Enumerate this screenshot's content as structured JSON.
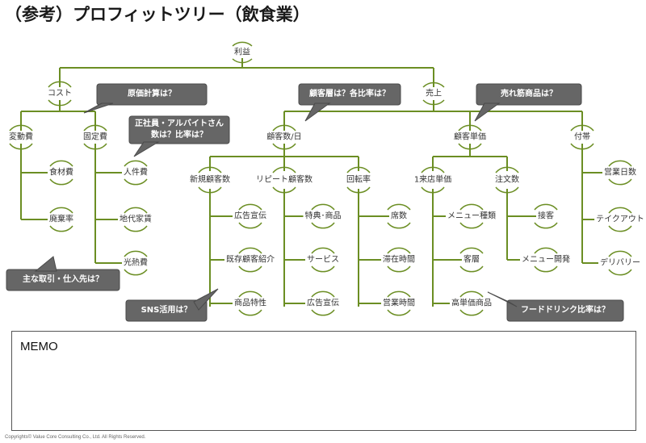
{
  "title": "（参考）プロフィットツリー（飲食業）",
  "nodes": {
    "profit": "利益",
    "cost": "コスト",
    "sales": "売上",
    "variable_cost": "変動費",
    "fixed_cost": "固定費",
    "food_cost": "食材費",
    "waste_rate": "廃棄率",
    "labor_cost": "人件費",
    "rent": "地代家賃",
    "utilities": "光熱費",
    "customers_per_day": "顧客数/日",
    "avg_spend": "顧客単価",
    "extras": "付帯",
    "new_customers": "新規顧客数",
    "repeat_customers": "リピート顧客数",
    "turnover": "回転率",
    "spend_per_visit": "1来店単価",
    "orders": "注文数",
    "advertising": "広告宣伝",
    "referral": "既存顧客紹介",
    "product_features": "商品特性",
    "perks": "特典･商品",
    "service": "サービス",
    "advertising2": "広告宣伝",
    "seats": "席数",
    "stay_time": "滞在時間",
    "business_hours": "営業時間",
    "menu_types": "メニュー種類",
    "clientele": "客層",
    "premium_items": "高単価商品",
    "hospitality": "接客",
    "menu_dev": "メニュー開発",
    "business_days": "営業日数",
    "takeout": "テイクアウト",
    "delivery": "デリバリー"
  },
  "callouts": {
    "cost_calc": "原価計算は？",
    "staff_ratio_line1": "正社員・アルバイトさん",
    "staff_ratio_line2": "数は？比率は？",
    "suppliers": "主な取引・仕入先は？",
    "segments": "顧客層は？各比率は？",
    "bestsellers": "売れ筋商品は？",
    "sns": "SNS活用は？",
    "food_drink_ratio": "フードドリンク比率は？"
  },
  "memo_label": "MEMO",
  "copyright": "Copyrights© Value Core Consulting Co., Ltd.  All Rights Reserved.",
  "colors": {
    "line": "#6b8e23",
    "callout_fill": "#666666",
    "callout_border": "#4a4a4a"
  }
}
